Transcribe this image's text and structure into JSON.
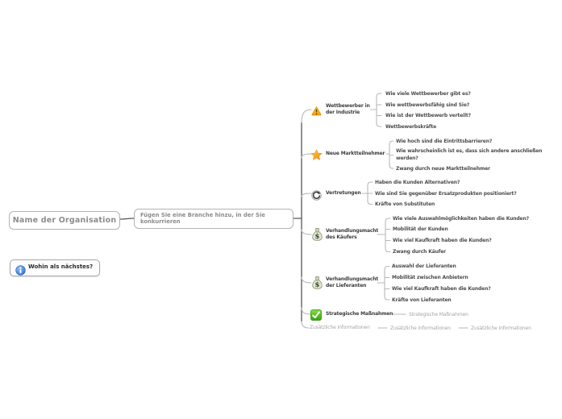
{
  "map": {
    "root": {
      "label": "Name der Organisation"
    },
    "industry_prompt": {
      "label": "Fügen Sie eine Branche hinzu, in der Sie\nkonkurrieren"
    },
    "hint_button": {
      "label": "Wohin als nächstes?",
      "icon": "info-icon"
    },
    "branches": [
      {
        "icon": "warning-icon",
        "label": "Wettbewerber in\nder Industrie",
        "children": [
          "Wie viele Wettbewerber gibt es?",
          "Wie wettbewerbsfähig sind Sie?",
          "Wie ist der Wettbewerb verteilt?",
          "Wettbewerbskräfte"
        ]
      },
      {
        "icon": "star-icon",
        "label": "Neue Marktteilnehmer",
        "children": [
          "Wie hoch sind die Eintrittsbarrieren?",
          "Wie wahrscheinlich ist es, dass sich andere anschließen\nwerden?",
          "Zwang durch neue Marktteilnehmer"
        ]
      },
      {
        "icon": "refresh-icon",
        "label": "Vertretungen",
        "children": [
          "Haben die Kunden Alternativen?",
          "Wie sind Sie gegenüber Ersatzprodukten positioniert?",
          "Kräfte von Substituten"
        ]
      },
      {
        "icon": "moneybag-icon",
        "label": "Verhandlungsmacht\ndes Käufers",
        "children": [
          "Wie viele Auswahlmöglichkeiten haben die Kunden?",
          "Mobilität der Kunden",
          "Wie viel Kaufkraft haben die Kunden?",
          "Zwang durch Käufer"
        ]
      },
      {
        "icon": "moneybag-icon",
        "label": "Verhandlungsmacht\nder Lieferanten",
        "children": [
          "Auswahl der Lieferanten",
          "Mobilität zwischen Anbietern",
          "Wie viel Kaufkraft haben die Kunden?",
          "Kräfte von Lieferanten"
        ]
      },
      {
        "icon": "check-icon",
        "label": "Strategische Maßnahmen",
        "children": [
          "Strategische Maßnahmen"
        ],
        "children_placeholder": true
      },
      {
        "icon": null,
        "label": "Zusätzliche Informationen",
        "placeholder": true,
        "children": [
          "Zusätzliche Informationen",
          "Zusätzliche Informationen"
        ]
      }
    ],
    "colors": {
      "background": "#ffffff",
      "topic_text": "#3d3d3d",
      "child_text": "#4d4d4d",
      "placeholder_text": "#a6a6a6",
      "root_text": "#8c8c8c",
      "wire_dark": "#565656",
      "wire_light": "#b9b9b9",
      "warning_orange": "#F9A825",
      "star_orange": "#F29C11",
      "check_green": "#46B51A",
      "info_blue": "#2268C4",
      "moneybag_green": "#dfe6d2"
    }
  }
}
